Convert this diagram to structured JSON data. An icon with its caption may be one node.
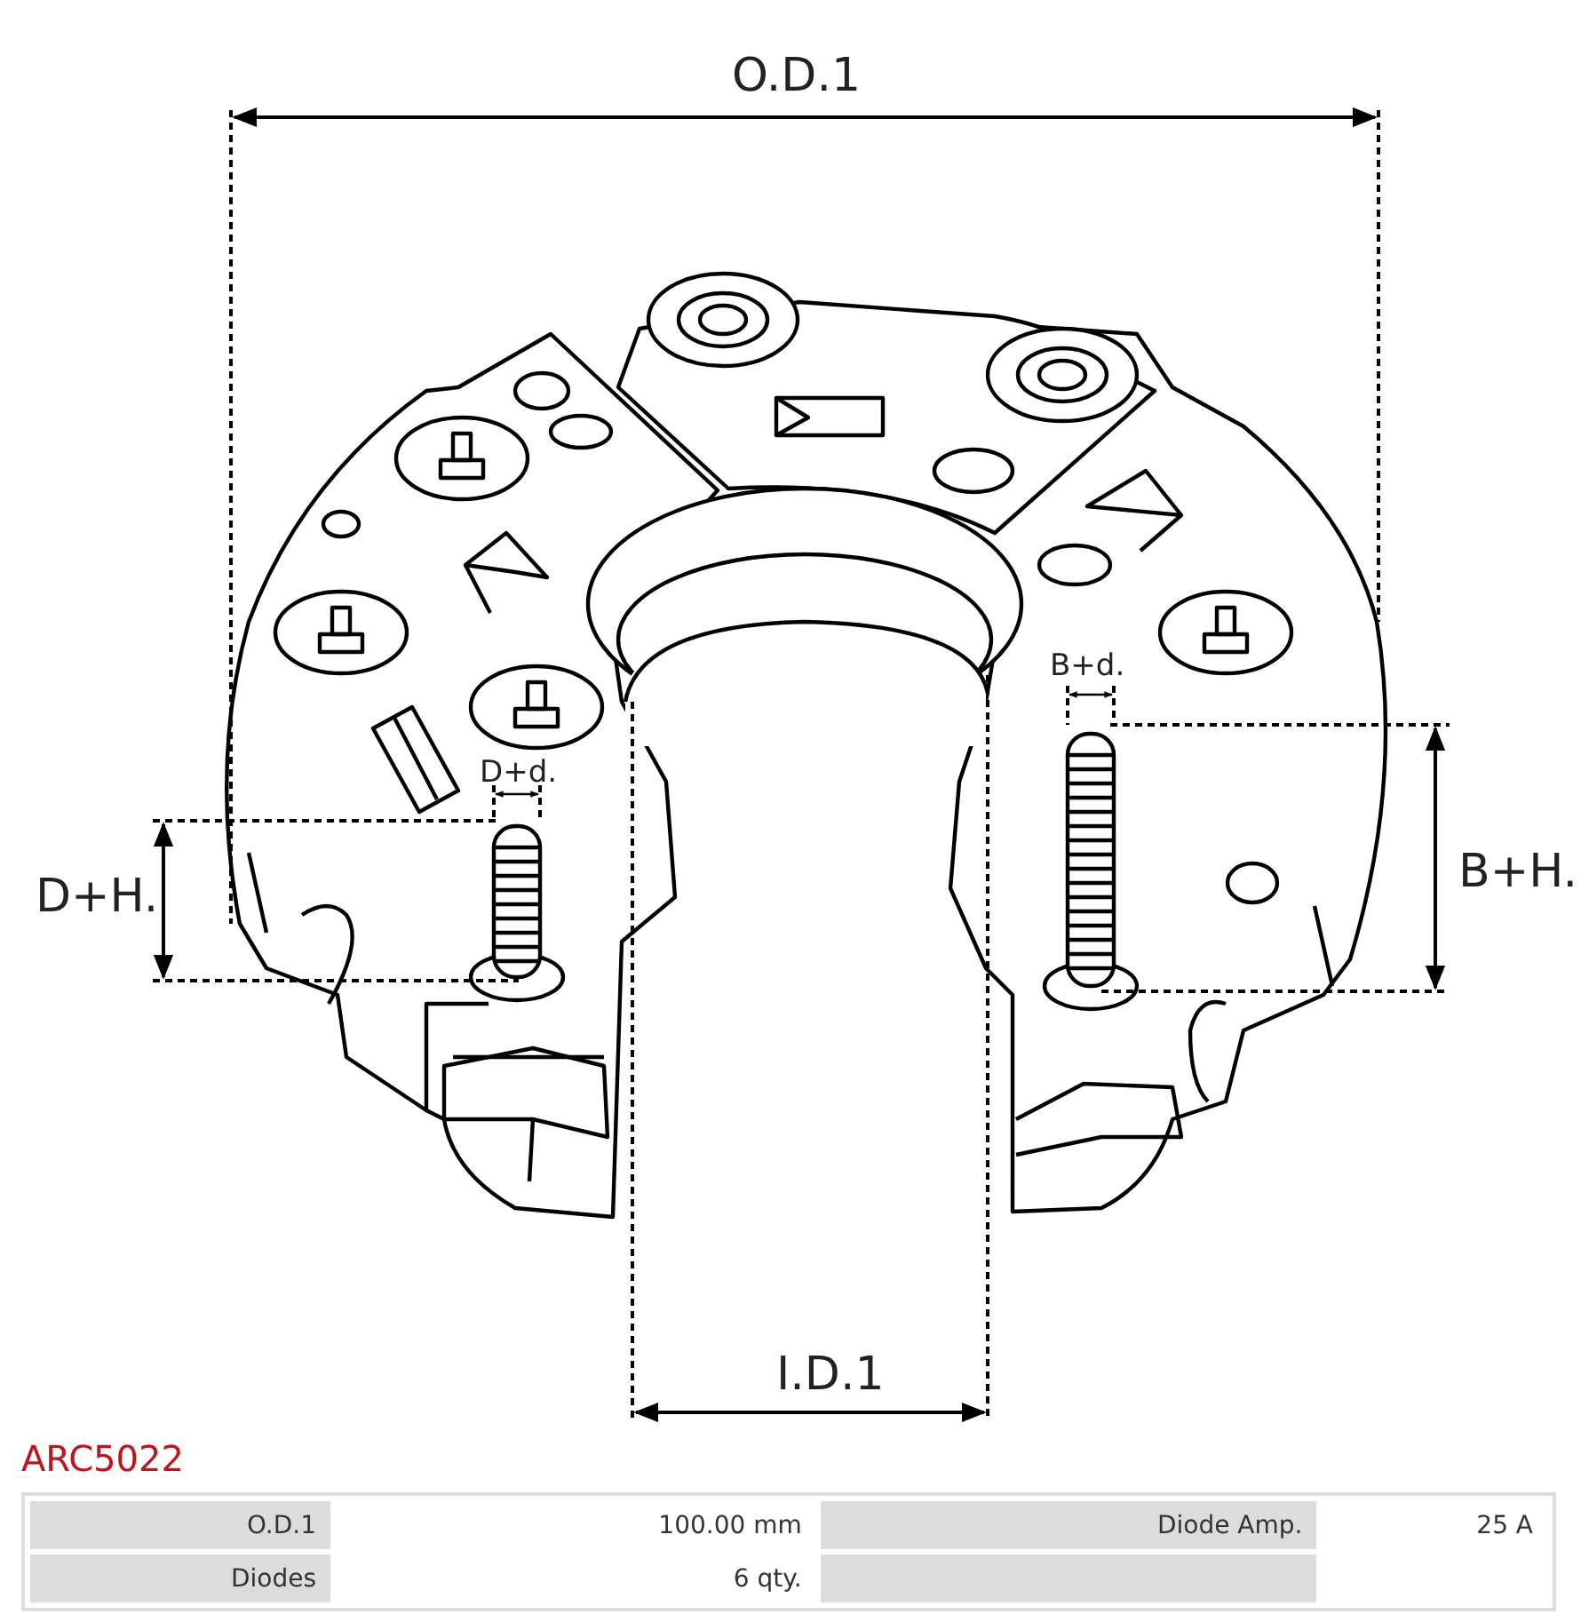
{
  "diagram": {
    "title": "ARC5022",
    "labels": [
      "O.D.1",
      "B+d.",
      "D+d.",
      "D+H.",
      "B+H.",
      "I.D.1",
      "O.D.1",
      "100.00 mm",
      "Diode Amp.",
      "25 A",
      "Diodes",
      "6 qty."
    ]
  }
}
